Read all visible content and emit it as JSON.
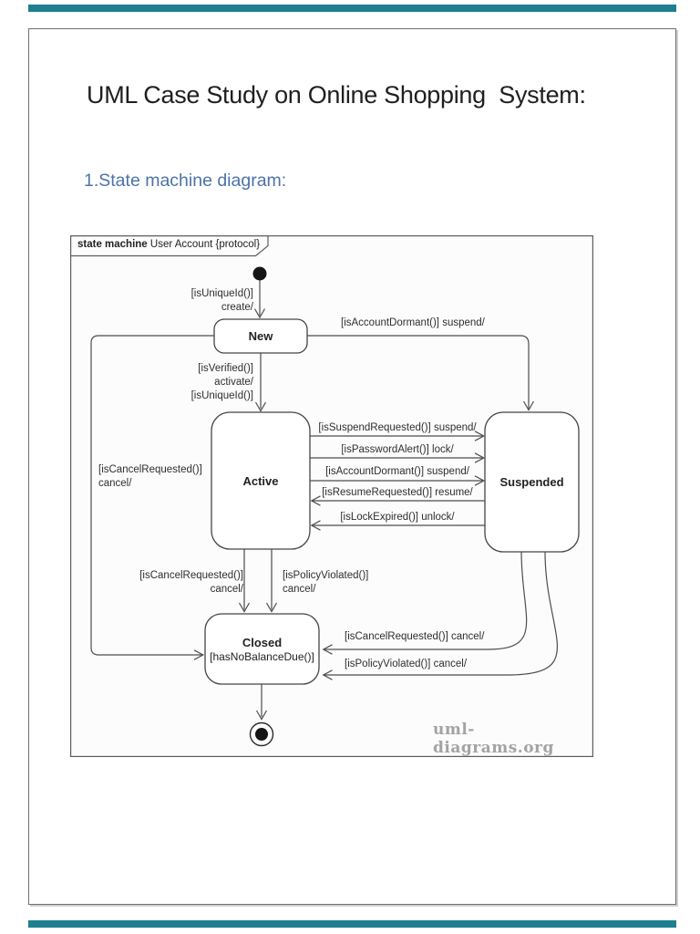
{
  "page": {
    "title": "UML Case Study on Online Shopping  System:",
    "section_heading": "1.State machine diagram:"
  },
  "colors": {
    "accent_teal": "#1e7f8e",
    "heading_blue": "#4c72aa",
    "diagram_line": "#4d4d4d",
    "watermark_gray": "#a3a3a3"
  },
  "diagram": {
    "frame_label_keyword": "state machine",
    "frame_label_rest": " User Account {protocol}",
    "states": {
      "new": "New",
      "active": "Active",
      "suspended": "Suspended",
      "closed": "Closed",
      "closed_constraint": "[hasNoBalanceDue()]"
    },
    "labels": {
      "create": [
        "[isUniqueId()]",
        "create/"
      ],
      "activate": [
        "[isVerified()]",
        "activate/",
        "[isUniqueId()]"
      ],
      "dormant_top": "[isAccountDormant()] suspend/",
      "suspend": "[isSuspendRequested()] suspend/",
      "lock": "[isPasswordAlert()] lock/",
      "dormant_mid": "[isAccountDormant()] suspend/",
      "resume": "[isResumeRequested()] resume/",
      "unlock": "[isLockExpired()] unlock/",
      "cancel_left": [
        "[isCancelRequested()]",
        "cancel/"
      ],
      "cancel_mid": [
        "[isCancelRequested()]",
        "cancel/"
      ],
      "policy_mid": [
        "[isPolicyViolated()]",
        "cancel/"
      ],
      "cancel_right": "[isCancelRequested()] cancel/",
      "policy_right": "[isPolicyViolated()] cancel/"
    },
    "watermark": "uml-diagrams.org"
  }
}
